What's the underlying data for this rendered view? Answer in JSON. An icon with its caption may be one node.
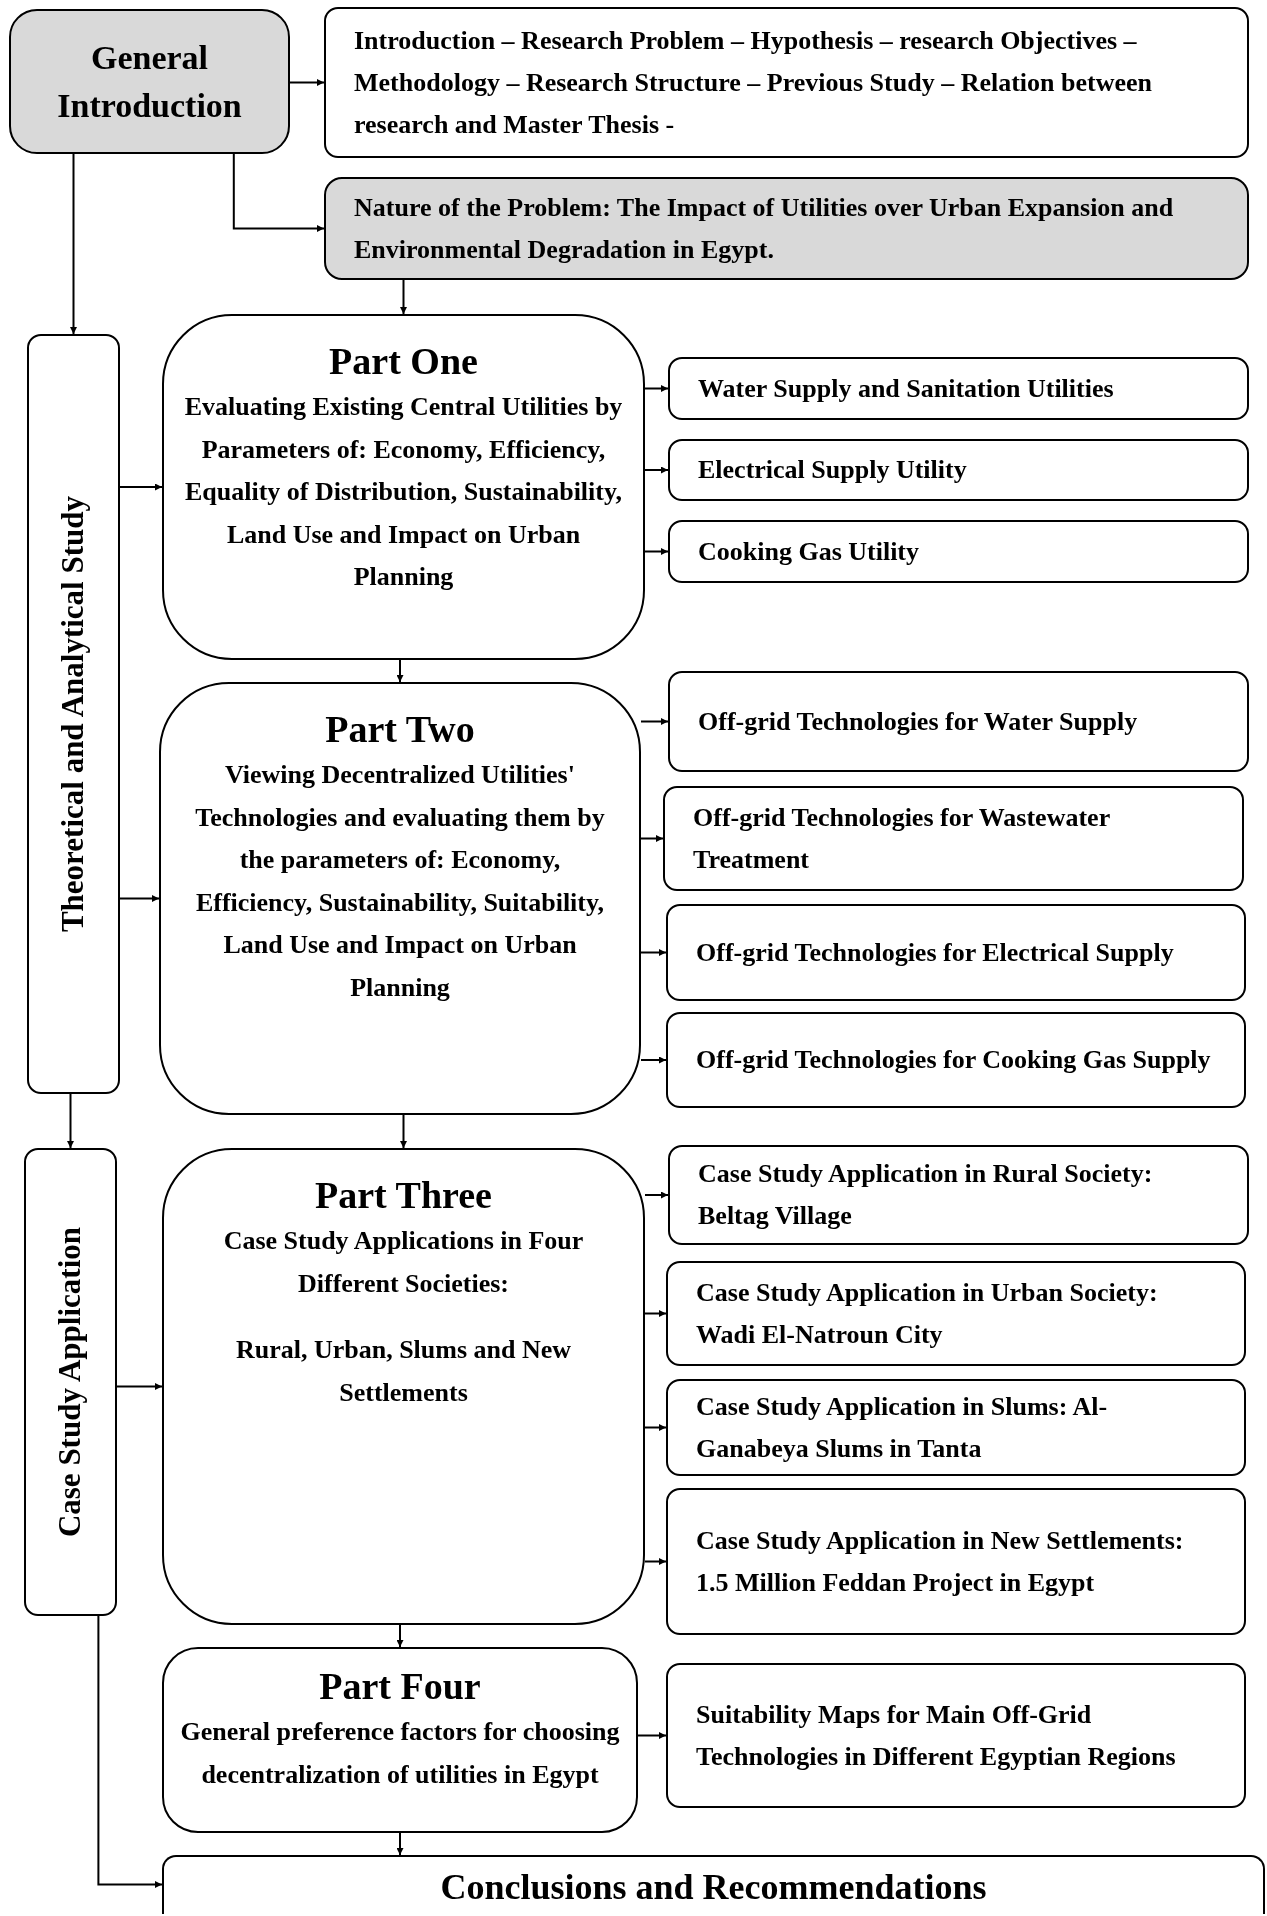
{
  "diagram": {
    "nodes": [
      {
        "text": [
          "General Introduction"
        ]
      },
      {
        "text": [
          "Introduction – Research Problem – Hypothesis – research Objectives – Methodology – Research Structure – Previous Study – Relation between research and Master Thesis -"
        ]
      },
      {
        "text": [
          "Nature of the Problem: The Impact of Utilities over Urban Expansion and Environmental Degradation in Egypt."
        ]
      },
      {
        "text": [
          "Theoretical and Analytical Study"
        ]
      },
      {
        "text": [
          "Part One",
          "Evaluating Existing Central Utilities by Parameters of: Economy, Efficiency, Equality of Distribution, Sustainability, Land Use and Impact on Urban Planning"
        ]
      },
      {
        "text": [
          "Water Supply and Sanitation Utilities"
        ]
      },
      {
        "text": [
          "Electrical Supply Utility"
        ]
      },
      {
        "text": [
          "Cooking Gas Utility"
        ]
      },
      {
        "text": [
          "Part Two",
          "Viewing Decentralized Utilities' Technologies and evaluating them by the parameters of: Economy, Efficiency, Sustainability, Suitability, Land Use and Impact on Urban Planning"
        ]
      },
      {
        "text": [
          "Off-grid Technologies for Water Supply"
        ]
      },
      {
        "text": [
          "Off-grid Technologies for Wastewater Treatment"
        ]
      },
      {
        "text": [
          "Off-grid Technologies for Electrical Supply"
        ]
      },
      {
        "text": [
          "Off-grid Technologies for Cooking Gas Supply"
        ]
      },
      {
        "text": [
          "Case Study Application"
        ]
      },
      {
        "text": [
          "Part Three",
          "Case Study Applications in Four Different Societies:",
          "Rural, Urban, Slums and New Settlements"
        ]
      },
      {
        "text": [
          "Case Study Application in Rural Society: Beltag Village"
        ]
      },
      {
        "text": [
          "Case Study Application in Urban Society: Wadi El-Natroun City"
        ]
      },
      {
        "text": [
          "Case Study Application in Slums: Al-Ganabeya Slums in Tanta"
        ]
      },
      {
        "text": [
          "Case Study Application in New Settlements: 1.5 Million Feddan Project in Egypt"
        ]
      },
      {
        "text": [
          "Part Four",
          "General preference factors for choosing decentralization of utilities in Egypt"
        ]
      },
      {
        "text": [
          "Suitability Maps for Main Off-Grid Technologies in Different Egyptian Regions"
        ]
      },
      {
        "text": [
          "Conclusions and Recommendations"
        ]
      }
    ],
    "edges": [
      {
        "from": 0,
        "to": 1,
        "arrow": "to"
      },
      {
        "from": 0,
        "to": 2,
        "arrow": "to"
      },
      {
        "from": 0,
        "to": 3,
        "arrow": "to"
      },
      {
        "from": 2,
        "to": 4,
        "arrow": "to"
      },
      {
        "from": 3,
        "to": 4,
        "arrow": "to"
      },
      {
        "from": 4,
        "to": 5,
        "arrow": "to"
      },
      {
        "from": 4,
        "to": 6,
        "arrow": "to"
      },
      {
        "from": 4,
        "to": 7,
        "arrow": "to"
      },
      {
        "from": 4,
        "to": 8,
        "arrow": "to"
      },
      {
        "from": 3,
        "to": 8,
        "arrow": "to"
      },
      {
        "from": 8,
        "to": 9,
        "arrow": "to"
      },
      {
        "from": 8,
        "to": 10,
        "arrow": "to"
      },
      {
        "from": 8,
        "to": 11,
        "arrow": "to"
      },
      {
        "from": 8,
        "to": 12,
        "arrow": "to"
      },
      {
        "from": 3,
        "to": 13,
        "arrow": "to"
      },
      {
        "from": 8,
        "to": 14,
        "arrow": "to"
      },
      {
        "from": 13,
        "to": 14,
        "arrow": "to"
      },
      {
        "from": 14,
        "to": 15,
        "arrow": "to"
      },
      {
        "from": 14,
        "to": 16,
        "arrow": "to"
      },
      {
        "from": 14,
        "to": 17,
        "arrow": "to"
      },
      {
        "from": 14,
        "to": 18,
        "arrow": "to"
      },
      {
        "from": 14,
        "to": 19,
        "arrow": "to"
      },
      {
        "from": 19,
        "to": 20,
        "arrow": "to"
      },
      {
        "from": 19,
        "to": 21,
        "arrow": "to"
      },
      {
        "from": 13,
        "to": 21,
        "arrow": "to"
      }
    ]
  }
}
